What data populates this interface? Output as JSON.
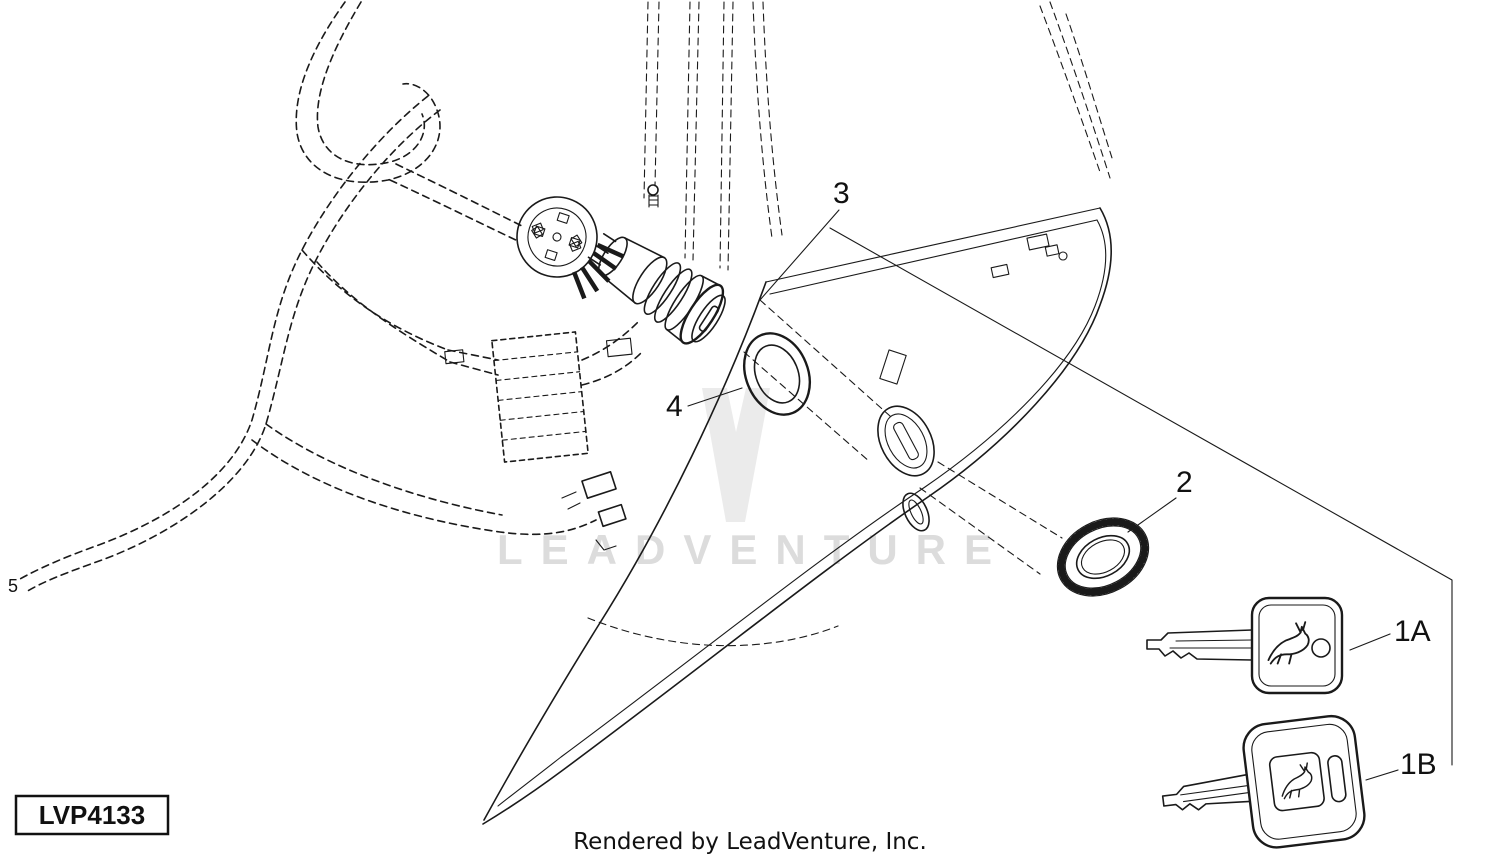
{
  "diagram": {
    "drawing_code": "LVP4133",
    "footer_text": "Rendered by LeadVenture, Inc.",
    "watermark_text": "LEADVENTURE",
    "line_color": "#1a1a1a",
    "background_color": "#ffffff",
    "watermark_color": "#dcdcdc",
    "callouts": {
      "switch": "3",
      "washer": "4",
      "nut": "2",
      "key_a": "1A",
      "key_b": "1B",
      "harness": "5"
    }
  }
}
